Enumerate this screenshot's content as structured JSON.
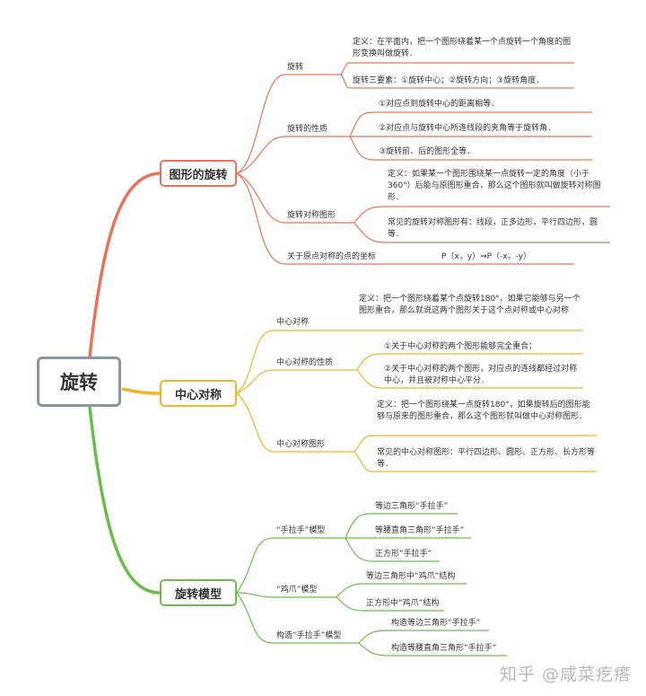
{
  "root": "旋转",
  "branches": [
    {
      "label": "图形的旋转",
      "color": "#e8735a",
      "children": [
        {
          "label": "旋转",
          "items": [
            "定义：在平面内，把一个图形绕着某一个点旋转一个角度的图形变换叫做旋转．",
            "旋转三要素：①旋转中心；②旋转方向；③旋转角度．"
          ]
        },
        {
          "label": "旋转的性质",
          "items": [
            "①对应点到旋转中心的距离相等．",
            "②对应点与旋转中心所连线段的夹角等于旋转角．",
            "③旋转前、后的图形全等．"
          ]
        },
        {
          "label": "旋转对称图形",
          "items": [
            "定义：如果某一个图形围绕某一点旋转一定的角度（小于360°）后能与原图形重合，那么这个图形就叫做旋转对称图形．",
            "常见的旋转对称图形有：线段，正多边形，平行四边形，圆等．"
          ]
        },
        {
          "label": "关于原点对称的点的坐标",
          "items": [
            "P（x，y）⇒P（-x，-y）"
          ]
        }
      ]
    },
    {
      "label": "中心对称",
      "color": "#f0b429",
      "children": [
        {
          "label": "中心对称",
          "items": [
            "定义：把一个图形绕着某个点旋转180°，如果它能够与另一个图形重合，那么就说这两个图形关于这个点对称或中心对称"
          ]
        },
        {
          "label": "中心对称的性质",
          "items": [
            "①关于中心对称的两个图形能够完全重合；",
            "②关于中心对称的两个图形，对应点的连线都经过对称中心，并且被对称中心平分．"
          ]
        },
        {
          "label": "中心对称图形",
          "items": [
            "定义：把一个图形绕某一点旋转180°，如果旋转后的图形能够与原来的图形重合，那么这个图形就叫做中心对称图形．",
            "常见的中心对称图形：平行四边形、圆形、正方形、长方形等等．"
          ]
        }
      ]
    },
    {
      "label": "旋转模型",
      "color": "#6abd4b",
      "children": [
        {
          "label": "“手拉手”模型",
          "items": [
            "等边三角形“手拉手”",
            "等腰直角三角形“手拉手”",
            "正方形“手拉手”"
          ]
        },
        {
          "label": "“鸡爪”模型",
          "items": [
            "等边三角形中“鸡爪”结构",
            "正方形中“鸡爪”结构"
          ]
        },
        {
          "label": "构造“手拉手”模型",
          "items": [
            "构造等边三角形“手拉手”",
            "构造等腰直角三角形“手拉手”"
          ]
        }
      ]
    }
  ],
  "watermark": "知乎 @咸菜疙瘩"
}
